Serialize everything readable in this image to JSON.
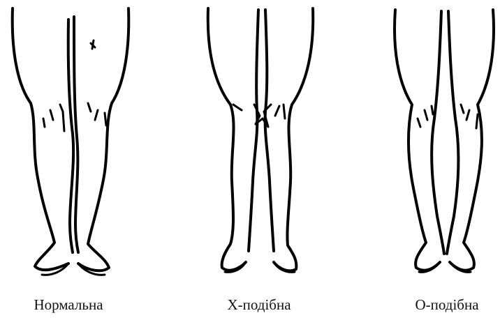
{
  "captions": {
    "normal": "Нормальна",
    "x_shaped": "Х-подібна",
    "o_shaped": "О-подібна"
  },
  "colors": {
    "ink": "#000000",
    "background": "#ffffff"
  }
}
